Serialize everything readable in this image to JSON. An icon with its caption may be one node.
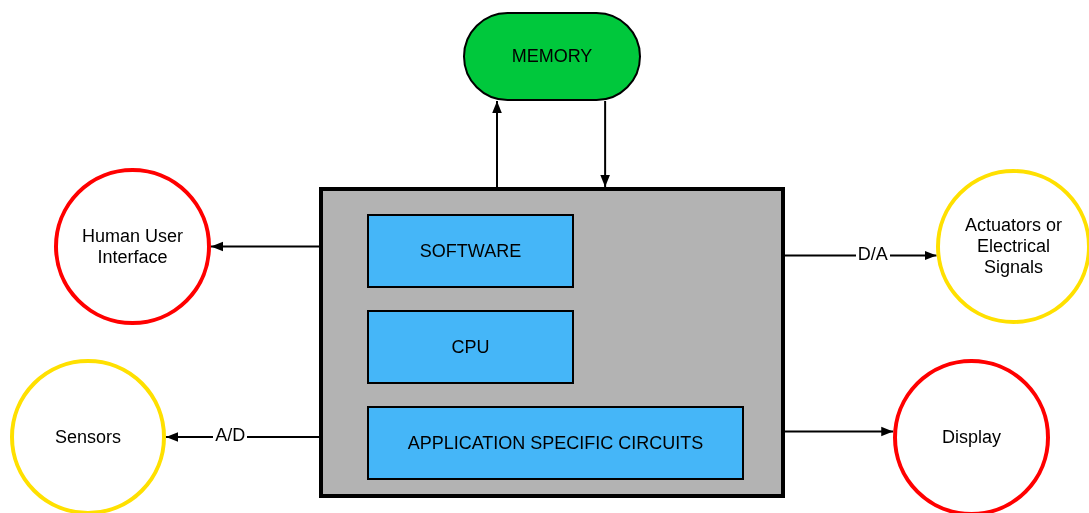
{
  "diagram": {
    "nodes": [
      {
        "text": [
          "MEMORY"
        ]
      },
      {
        "text": [],
        "shape": "box"
      },
      {
        "text": [
          "SOFTWARE"
        ],
        "in": 1
      },
      {
        "text": [
          "CPU"
        ],
        "in": 1
      },
      {
        "text": [
          "APPLICATION SPECIFIC CIRCUITS"
        ],
        "in": 1
      },
      {
        "text": [
          "Human User Interface"
        ]
      },
      {
        "text": [
          "Actuators or Electrical Signals"
        ]
      },
      {
        "text": [
          "Sensors"
        ]
      },
      {
        "text": [
          "Display"
        ]
      }
    ],
    "edges": [
      {
        "from": 1,
        "to": 0,
        "arrow": "to"
      },
      {
        "from": 0,
        "to": 1,
        "arrow": "to"
      },
      {
        "from": 1,
        "to": 5,
        "arrow": "to"
      },
      {
        "from": 1,
        "to": 6,
        "arrow": "to",
        "label": "D/A"
      },
      {
        "from": 1,
        "to": 7,
        "arrow": "to",
        "label": "A/D"
      },
      {
        "from": 1,
        "to": 8,
        "arrow": "to"
      }
    ]
  }
}
